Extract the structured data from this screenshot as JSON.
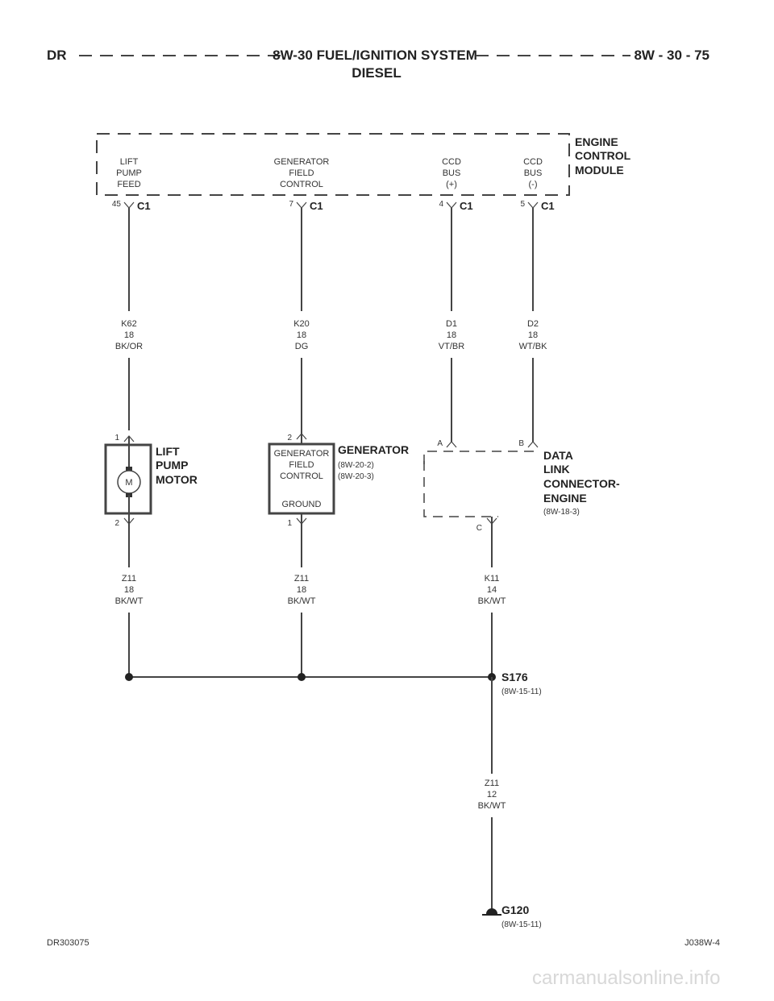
{
  "header": {
    "left": "DR",
    "title_line1": "8W-30 FUEL/IGNITION SYSTEM",
    "title_line2": "DIESEL",
    "right": "8W - 30 - 75"
  },
  "ecm": {
    "name_lines": [
      "ENGINE",
      "CONTROL",
      "MODULE"
    ],
    "pins": [
      {
        "label_lines": [
          "LIFT",
          "PUMP",
          "FEED"
        ],
        "pin": "45",
        "connector": "C1"
      },
      {
        "label_lines": [
          "GENERATOR",
          "FIELD",
          "CONTROL"
        ],
        "pin": "7",
        "connector": "C1"
      },
      {
        "label_lines": [
          "CCD",
          "BUS",
          "(+)"
        ],
        "pin": "4",
        "connector": "C1"
      },
      {
        "label_lines": [
          "CCD",
          "BUS",
          "(-)"
        ],
        "pin": "5",
        "connector": "C1"
      }
    ]
  },
  "wires_upper": [
    {
      "circuit": "K62",
      "gauge": "18",
      "color": "BK/OR"
    },
    {
      "circuit": "K20",
      "gauge": "18",
      "color": "DG"
    },
    {
      "circuit": "D1",
      "gauge": "18",
      "color": "VT/BR"
    },
    {
      "circuit": "D2",
      "gauge": "18",
      "color": "WT/BK"
    }
  ],
  "lift_pump": {
    "name_lines": [
      "LIFT",
      "PUMP",
      "MOTOR"
    ],
    "motor_symbol": "M",
    "pin_top": "1",
    "pin_bottom": "2"
  },
  "generator": {
    "name": "GENERATOR",
    "refs": [
      "(8W-20-2)",
      "(8W-20-3)"
    ],
    "field_lines": [
      "GENERATOR",
      "FIELD",
      "CONTROL"
    ],
    "ground_label": "GROUND",
    "pin_top": "2",
    "pin_bottom": "1"
  },
  "dlc": {
    "name_lines": [
      "DATA",
      "LINK",
      "CONNECTOR-",
      "ENGINE"
    ],
    "ref": "(8W-18-3)",
    "pin_a": "A",
    "pin_b": "B",
    "pin_c": "C"
  },
  "wires_lower": [
    {
      "circuit": "Z11",
      "gauge": "18",
      "color": "BK/WT"
    },
    {
      "circuit": "Z11",
      "gauge": "18",
      "color": "BK/WT"
    },
    {
      "circuit": "K11",
      "gauge": "14",
      "color": "BK/WT"
    }
  ],
  "splice": {
    "name": "S176",
    "ref": "(8W-15-11)"
  },
  "wire_ground": {
    "circuit": "Z11",
    "gauge": "12",
    "color": "BK/WT"
  },
  "ground": {
    "name": "G120",
    "ref": "(8W-15-11)"
  },
  "footer": {
    "left": "DR303075",
    "right": "J038W-4"
  },
  "watermark": "carmanualsonline.info"
}
